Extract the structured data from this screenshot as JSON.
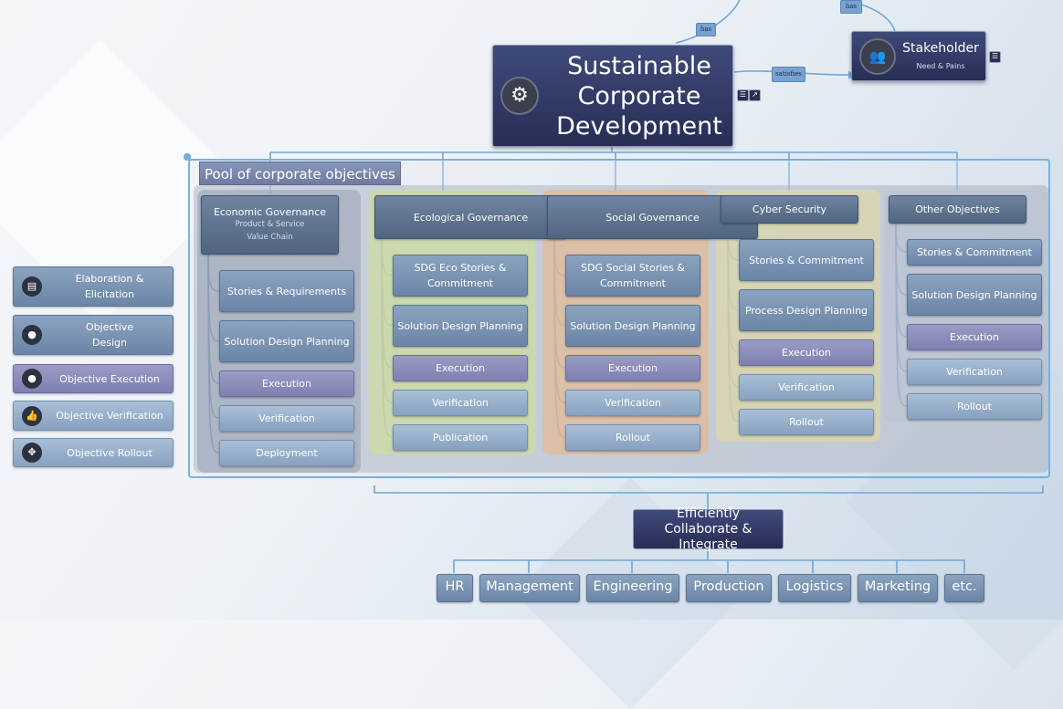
{
  "central": {
    "title": "Sustainable Corporate Development",
    "icon": "gears-icon"
  },
  "stakeholder": {
    "title": "Stakeholder",
    "subtitle": "Need & Pains",
    "icon": "people-icon"
  },
  "relations": {
    "has_1": "has",
    "has_2": "has",
    "satisfies": "satisfies"
  },
  "pool": {
    "title": "Pool of corporate objectives"
  },
  "columns": [
    {
      "header": "Economic Governance",
      "sub1": "Product & Service",
      "sub2": "Value Chain",
      "items": [
        "Stories & Requirements",
        "Solution Design Planning",
        "Execution",
        "Verification",
        "Deployment"
      ]
    },
    {
      "header": "Ecological Governance",
      "items": [
        "SDG Eco Stories & Commitment",
        "Solution Design Planning",
        "Execution",
        "Verification",
        "Publication"
      ]
    },
    {
      "header": "Social Governance",
      "items": [
        "SDG Social Stories & Commitment",
        "Solution Design Planning",
        "Execution",
        "Verification",
        "Rollout"
      ]
    },
    {
      "header": "Cyber Security",
      "items": [
        "Stories & Commitment",
        "Process Design Planning",
        "Execution",
        "Verification",
        "Rollout"
      ]
    },
    {
      "header": "Other Objectives",
      "items": [
        "Stories & Commitment",
        "Solution Design Planning",
        "Execution",
        "Verification",
        "Rollout"
      ]
    }
  ],
  "legend": [
    {
      "label": "Elaboration & Elicitation",
      "icon": "presentation-icon"
    },
    {
      "label": "Objective Design",
      "icon": "lightbulb-icon"
    },
    {
      "label": "Objective Execution",
      "icon": "lightbulb-icon"
    },
    {
      "label": "Objective Verification",
      "icon": "thumbs-up-icon"
    },
    {
      "label": "Objective Rollout",
      "icon": "expand-icon"
    }
  ],
  "collab": {
    "title": "Efficiently Collaborate & Integrate"
  },
  "departments": [
    "HR",
    "Management",
    "Engineering",
    "Production",
    "Logistics",
    "Marketing",
    "etc."
  ],
  "colors": {
    "node_dark": "#2f3766",
    "pool_border": "#7ab0de",
    "execution": "#8a8dbb",
    "eco_tint": "#c9d9a6",
    "social_tint": "#e0b79a",
    "cyber_tint": "#dcd7a8"
  }
}
